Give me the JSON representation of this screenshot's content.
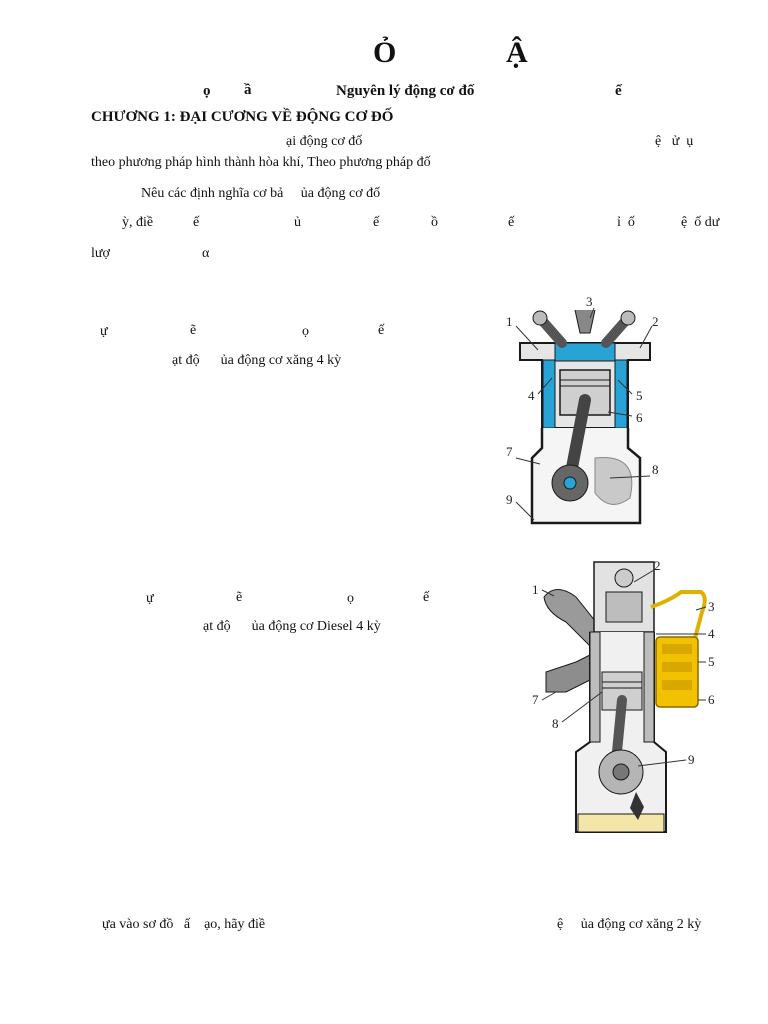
{
  "title": {
    "left": "Ỏ",
    "right": "Ậ"
  },
  "subtitle": {
    "a": "ọ",
    "b": "ầ",
    "c": "Nguyên lý động cơ đố",
    "d": "ế"
  },
  "chapter": {
    "heading": "CHƯƠNG 1: ĐẠI CƯƠNG VỀ ĐỘNG CƠ ĐỐ"
  },
  "lines": {
    "l1a": "ại động cơ đố",
    "l1b": "ệ   ử  ụ",
    "l2": "theo phương pháp hình thành hòa khí, Theo phương pháp đố",
    "l3": "Nêu các định nghĩa cơ bả     ủa động cơ đố",
    "l4a": "ỳ, điề",
    "l4b": "ế",
    "l4c": "ủ",
    "l4d": "ế",
    "l4e": "ồ",
    "l4f": "ế",
    "l4g": "ỉ  ố",
    "l4h": "ệ  ố dư",
    "l5a": "lượ",
    "l5b": "α"
  },
  "q_petrol": {
    "a": "ự",
    "b": "ẽ",
    "c": "ọ",
    "d": "ế",
    "line2": "ạt độ      ủa động cơ xăng 4 kỳ"
  },
  "q_diesel": {
    "a": "ự",
    "b": "ẽ",
    "c": "ọ",
    "d": "ế",
    "line2": "ạt độ      ủa động cơ Diesel 4 kỳ"
  },
  "q_two_stroke": {
    "left": "ựa vào sơ đồ   ấ    ạo, hãy điề",
    "right": "ệ     ủa động cơ xăng 2 kỳ"
  },
  "fig_petrol": {
    "labels": [
      "1",
      "2",
      "3",
      "4",
      "5",
      "6",
      "7",
      "8",
      "9"
    ]
  },
  "fig_diesel": {
    "labels": [
      "1",
      "2",
      "3",
      "4",
      "5",
      "6",
      "7",
      "8",
      "9"
    ]
  },
  "colors": {
    "coolant": "#29a3d6",
    "body": "#d9d9d9",
    "injector": "#f2c200",
    "oil": "#f3e6a8",
    "outline": "#1a1a1a"
  }
}
